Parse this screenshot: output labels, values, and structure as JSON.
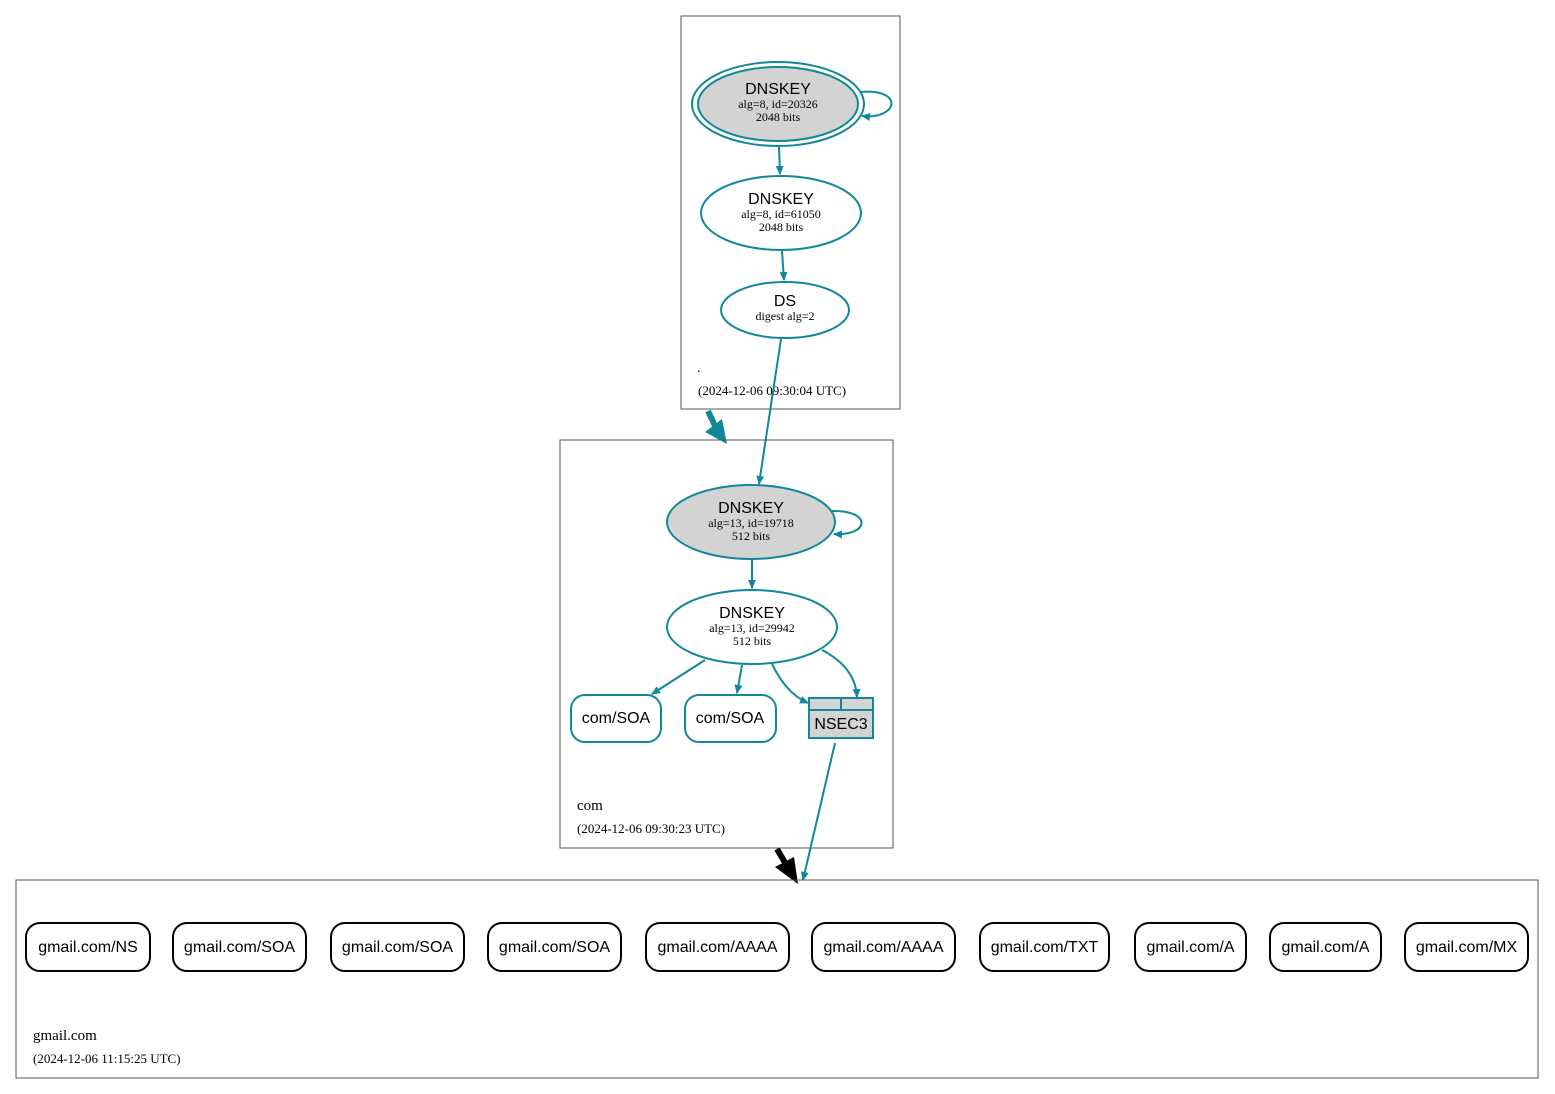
{
  "colors": {
    "edge": "#11889a",
    "secure_fill": "#d3d3d3",
    "plain_fill": "#ffffff",
    "box_stroke": "#555555",
    "delegation_insecure": "#000000"
  },
  "zones": {
    "root": {
      "name": ".",
      "timestamp": "(2024-12-06 09:30:04 UTC)",
      "nodes": {
        "ksk": {
          "type": "DNSKEY",
          "detail1": "alg=8, id=20326",
          "detail2": "2048 bits"
        },
        "zsk": {
          "type": "DNSKEY",
          "detail1": "alg=8, id=61050",
          "detail2": "2048 bits"
        },
        "ds": {
          "type": "DS",
          "detail1": "digest alg=2"
        }
      }
    },
    "com": {
      "name": "com",
      "timestamp": "(2024-12-06 09:30:23 UTC)",
      "nodes": {
        "ksk": {
          "type": "DNSKEY",
          "detail1": "alg=13, id=19718",
          "detail2": "512 bits"
        },
        "zsk": {
          "type": "DNSKEY",
          "detail1": "alg=13, id=29942",
          "detail2": "512 bits"
        },
        "soa1": {
          "label": "com/SOA"
        },
        "soa2": {
          "label": "com/SOA"
        },
        "nsec3": {
          "label": "NSEC3"
        }
      }
    },
    "gmail": {
      "name": "gmail.com",
      "timestamp": "(2024-12-06 11:15:25 UTC)",
      "records": [
        "gmail.com/NS",
        "gmail.com/SOA",
        "gmail.com/SOA",
        "gmail.com/SOA",
        "gmail.com/AAAA",
        "gmail.com/AAAA",
        "gmail.com/TXT",
        "gmail.com/A",
        "gmail.com/A",
        "gmail.com/MX"
      ]
    }
  }
}
